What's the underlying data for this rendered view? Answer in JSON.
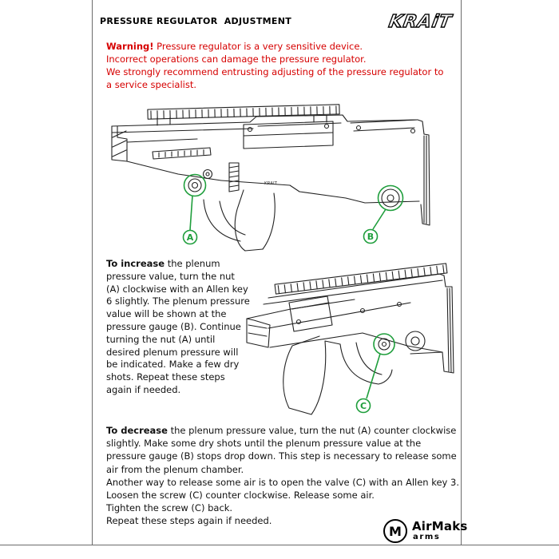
{
  "page": {
    "title": "PRESSURE REGULATOR  ADJUSTMENT",
    "brand_logo": "KRAiT"
  },
  "warning": {
    "label": "Warning!",
    "line1": " Pressure regulator is a very sensitive device.",
    "line2": "Incorrect operations can damage the pressure regulator.",
    "line3": "We strongly recommend entrusting adjusting of the pressure regulator to",
    "line4": "a service specialist."
  },
  "increase": {
    "lead": "To increase",
    "text": " the plenum pressure value, turn the nut (A) clockwise with an Allen key 6 slightly. The plenum pressure value will be shown at the pressure gauge (B). Continue turning the nut (A) until desired plenum pressure will be indicated. Make a few dry shots. Repeat these steps again if needed."
  },
  "decrease": {
    "lead": "To decrease",
    "p1": " the plenum pressure value, turn the nut (A) counter clockwise slightly. Make some dry shots until the plenum pressure value at the pressure gauge (B) stops drop down. This step is necessary to release some air from the plenum chamber.",
    "p2": "Another way to release some air is to open the valve (C) with an Allen key 3. Loosen the screw (C) counter clockwise. Release some air.",
    "p3": "Tighten the screw (C) back.",
    "p4": "Repeat these steps again if needed."
  },
  "figures": {
    "top": {
      "label_a": "A",
      "label_b": "B",
      "marking": "KRAIT"
    },
    "bottom": {
      "label_c": "C"
    }
  },
  "footer": {
    "logo_m": "M",
    "brand": "AirMaks",
    "sub": "arms"
  },
  "colors": {
    "warning_red": "#d60000",
    "callout_green": "#1f9e3c",
    "drawing_ink": "#222222"
  }
}
